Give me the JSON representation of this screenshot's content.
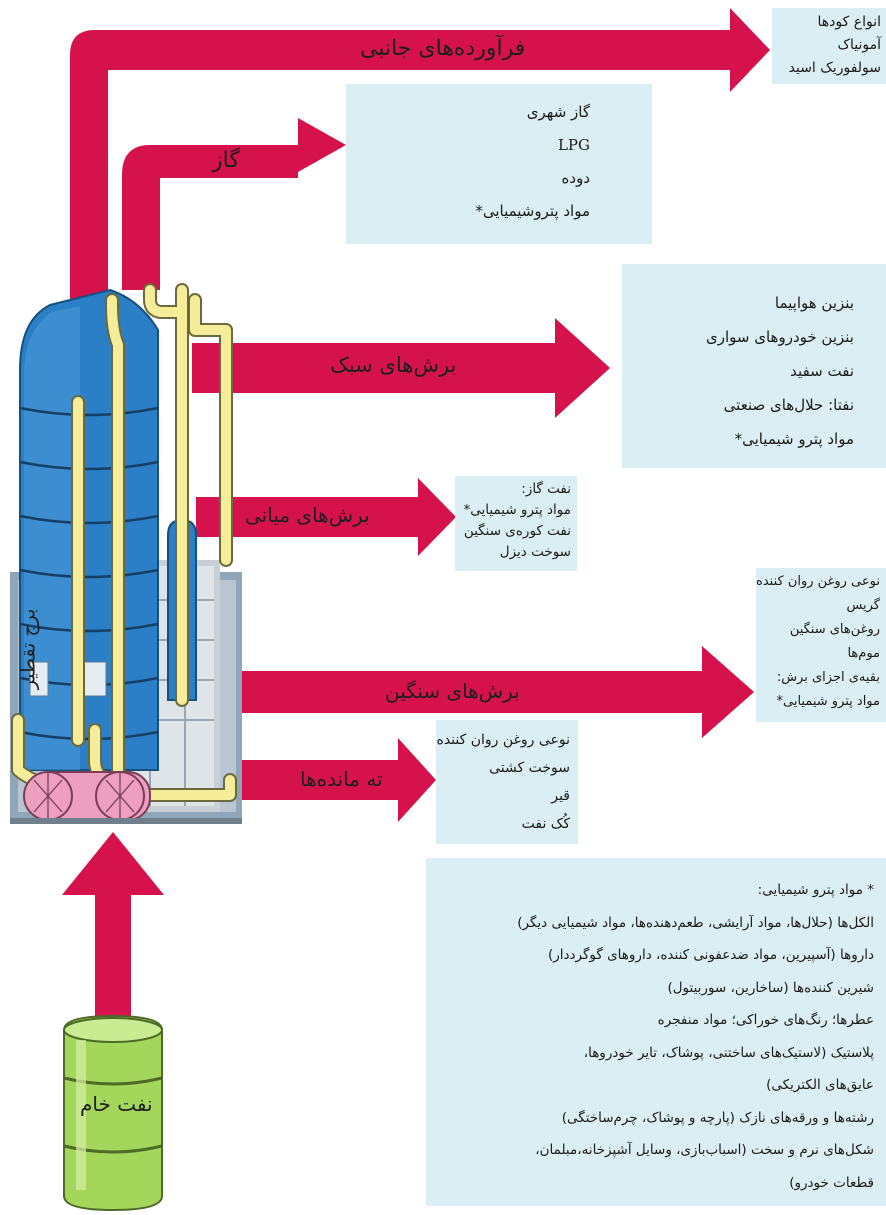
{
  "colors": {
    "arrow": "#d5124b",
    "box_bg": "#dbeef3",
    "tower_blue": "#2a7fc6",
    "pipe_yellow": "#f5ed9a",
    "drum_green": "#a4d65c",
    "tank_pink": "#ec9fbf"
  },
  "arrows": {
    "side_products": "فرآورده‌های جانبی",
    "gas": "گاز",
    "light_cuts": "برش‌های سبک",
    "middle_cuts": "برش‌های میانی",
    "heavy_cuts": "برش‌های سنگین",
    "residues": "ته مانده‌ها"
  },
  "tower_label": "برج تقطیر",
  "crude_oil_label": "نفت خام",
  "boxes": {
    "side_products": [
      "انواع کودها",
      "آمونیاک",
      "سولفوریک اسید"
    ],
    "gas": [
      "گاز شهری",
      "LPG",
      "دوده",
      "مواد پتروشیمیایی*"
    ],
    "light_cuts": [
      "بنزین هواپیما",
      "بنزین خودروهای سواری",
      "نفت سفید",
      "نفتا: حلال‌های صنعتی",
      "مواد پترو شیمیایی*"
    ],
    "middle_cuts": [
      "نفت گاز:",
      "مواد پترو شیمیایی*",
      "نفت کوره‌ی سنگین",
      "سوخت دیزل"
    ],
    "heavy_cuts": [
      "نوعی روغن روان کننده",
      "گریس",
      "روغن‌های سنگین",
      "موم‌ها",
      "بقیه‌ی اجزای برش:",
      "مواد پترو شیمیایی*"
    ],
    "residues": [
      "نوعی روغن روان کننده",
      "سوخت کشتی",
      "قیر",
      "کُک نفت"
    ],
    "petrochem": [
      "* مواد پترو شیمیایی:",
      "الکل‌ها (حلال‌ها، مواد آرایشی، طعم‌دهنده‌ها، مواد شیمیایی دیگر)",
      "داروها (آسپیرین، مواد ضدعفونی کننده، داروهای گوگرددار)",
      "شیرین کننده‌ها (ساخارین، سوربیتول)",
      "عطرها؛ رنگ‌های خوراکی؛ مواد منفجره",
      "پلاستیک (لاستیک‌های ساختنی، پوشاک، تایر خودروها،",
      "عایق‌های الکتریکی)",
      "رشته‌ها و ورقه‌های نازک (پارچه و پوشاک، چرم‌ساختگی)",
      "شکل‌های نرم و سخت (اسباب‌بازی، وسایل آشپزخانه،مبلمان،",
      "قطعات خودرو)"
    ]
  }
}
